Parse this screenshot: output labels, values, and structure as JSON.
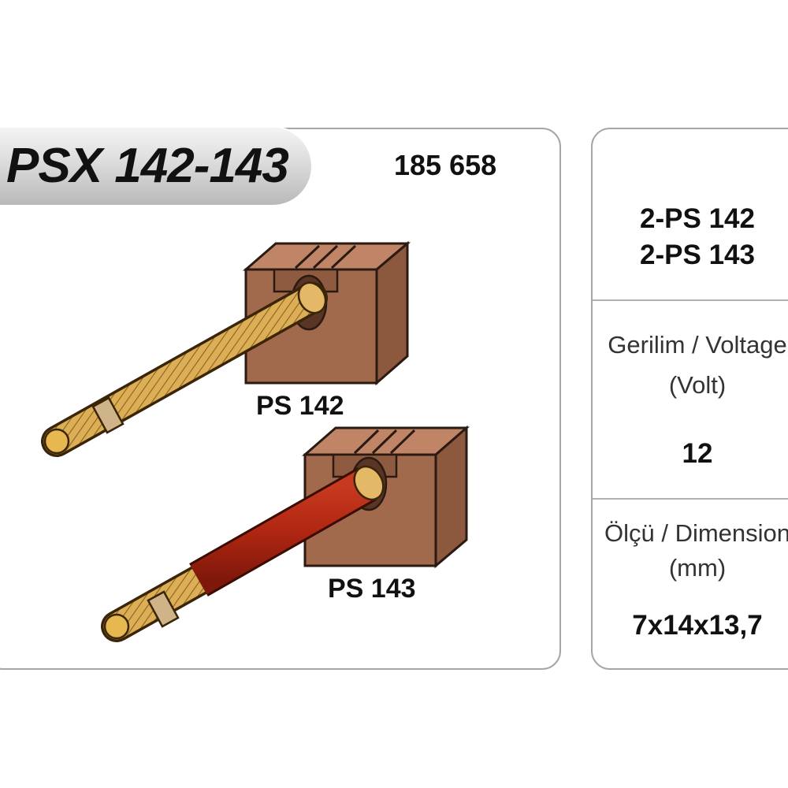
{
  "product": {
    "title": "PSX 142-143",
    "code": "185 658"
  },
  "parts": [
    {
      "label": "PS 142",
      "lead_color": "#d8a850"
    },
    {
      "label": "PS 143",
      "lead_color": "#b32a14"
    }
  ],
  "specs": {
    "kit": [
      "2-PS 142",
      "2-PS 143"
    ],
    "voltage_label": "Gerilim / Voltage",
    "voltage_unit": "(Volt)",
    "voltage_value": "12",
    "dimension_label": "Ölçü / Dimension",
    "dimension_unit": "(mm)",
    "dimension_value": "7x14x13,7"
  },
  "colors": {
    "brush": "#a26a4c",
    "brush_dark": "#7d4d36",
    "copper_wire": "#d8a850",
    "insulation": "#b32a14",
    "border": "#a6a6a6"
  }
}
